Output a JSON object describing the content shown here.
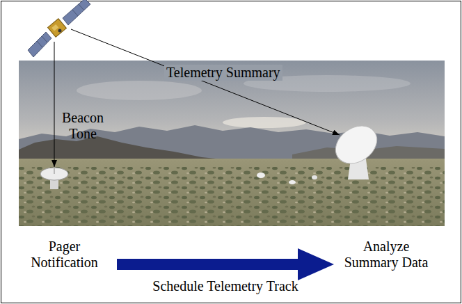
{
  "diagram": {
    "nodes": [
      {
        "text": [
          "Pager Notification"
        ]
      },
      {
        "text": [
          "Analyze Summary Data"
        ]
      }
    ],
    "edges": [
      {
        "from": 0,
        "to": 1,
        "arrow": "to",
        "label": "Schedule Telemetry Track"
      }
    ],
    "labels": [
      "Telemetry Summary",
      "Beacon Tone"
    ]
  }
}
